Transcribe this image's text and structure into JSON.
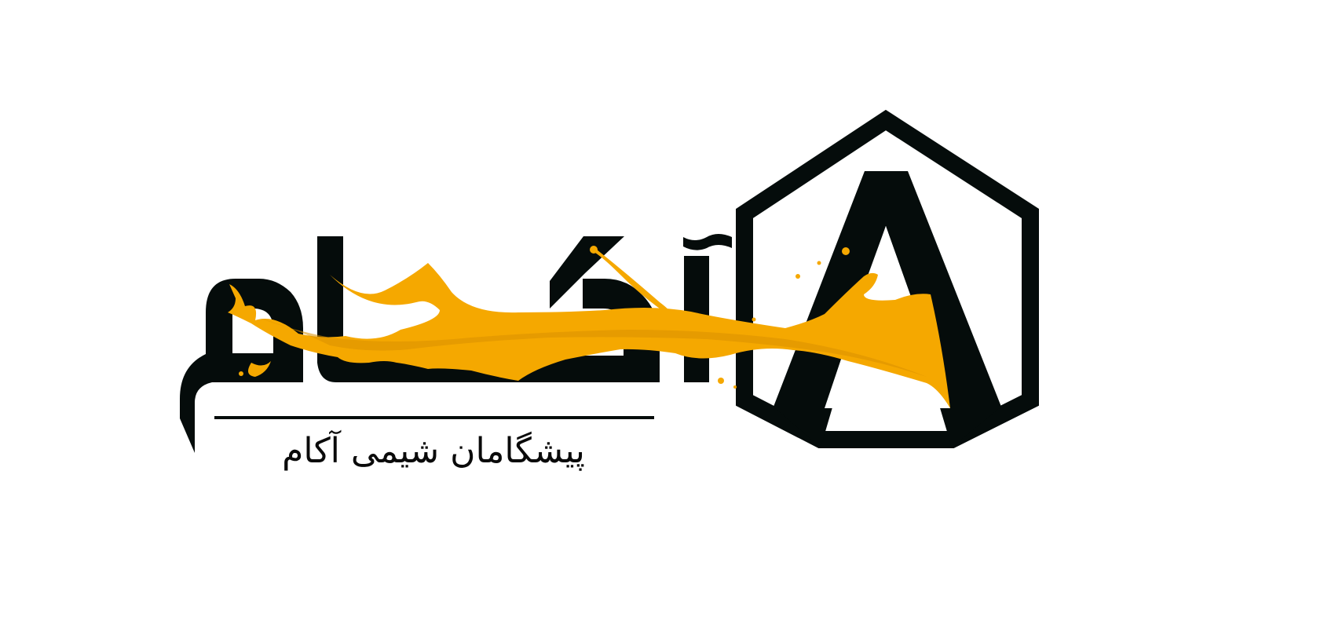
{
  "logo": {
    "wordmark": "آکام",
    "monogram": "A",
    "colors": {
      "ink": "#050c0b",
      "splash": "#f5a800",
      "splash_dark": "#d98f00",
      "background": "#ffffff"
    }
  },
  "tagline": "پیشگامان شیمی آکام"
}
